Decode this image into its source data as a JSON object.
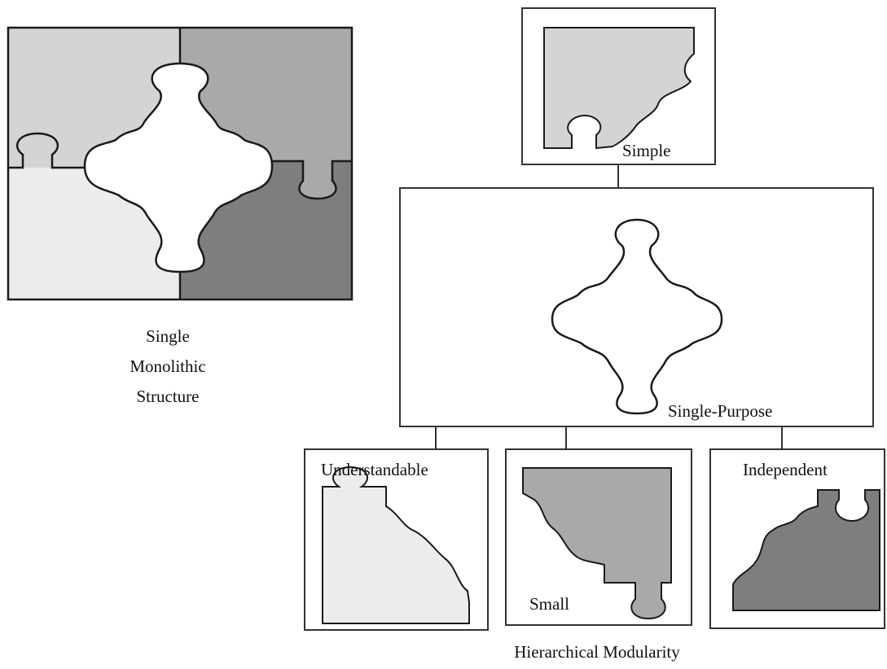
{
  "colors": {
    "light": "#ececec",
    "mid_light": "#d4d4d4",
    "mid": "#a9a9a9",
    "dark": "#7e7e7e",
    "outline": "#1a1a1a"
  },
  "monolith": {
    "caption_lines": [
      "Single",
      "Monolithic",
      "Structure"
    ]
  },
  "hierarchy": {
    "caption": "Hierarchical Modularity",
    "root_label": "Single-Purpose",
    "top_label": "Simple",
    "children": [
      {
        "label": "Understandable"
      },
      {
        "label": "Small"
      },
      {
        "label": "Independent"
      }
    ]
  }
}
